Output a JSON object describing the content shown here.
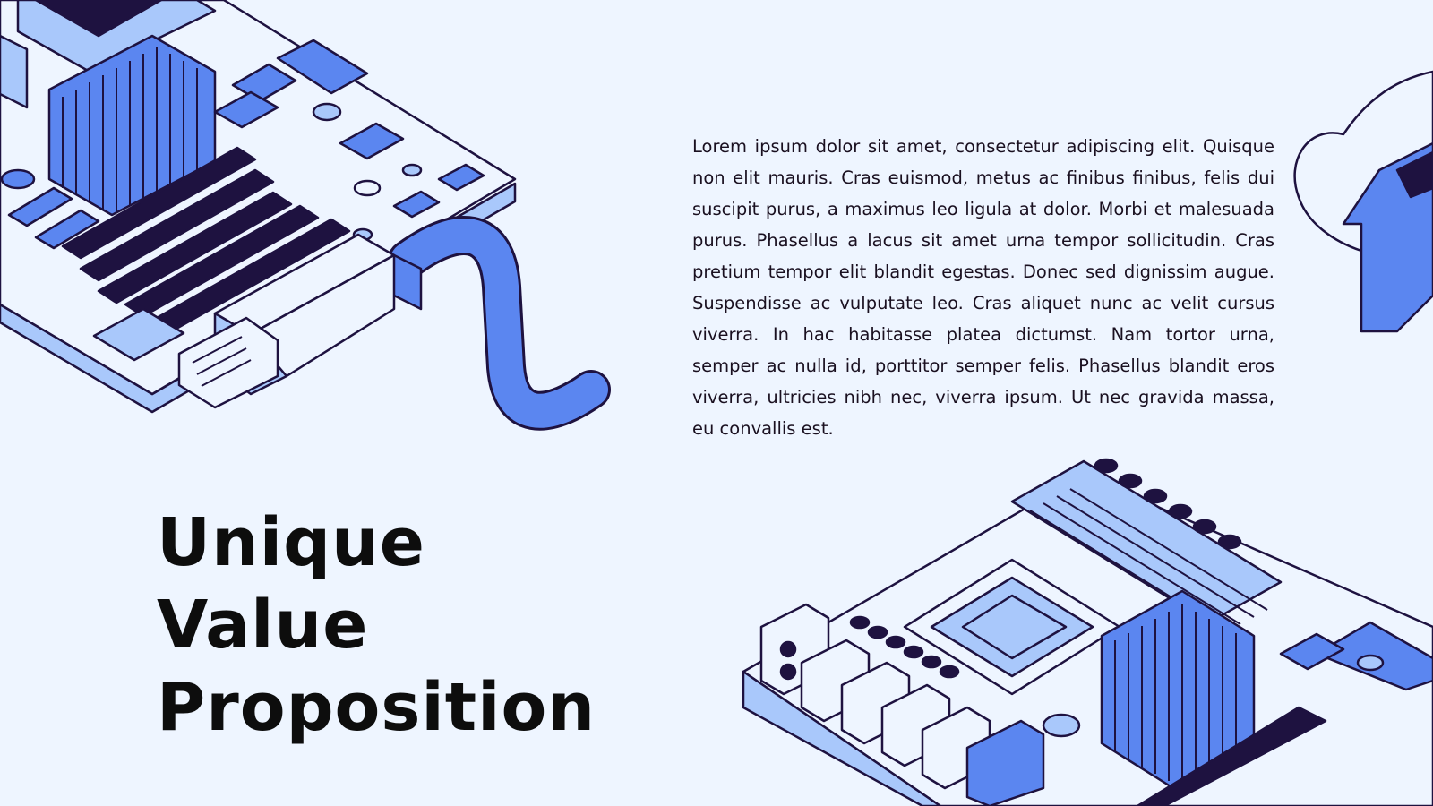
{
  "slide": {
    "title_line1": "Unique Value",
    "title_line2": "Proposition",
    "body": "Lorem ipsum dolor sit amet, consectetur adipiscing elit. Quisque non elit mauris. Cras euismod, metus ac finibus finibus, felis dui suscipit purus, a maximus leo ligula at dolor. Morbi et malesuada purus. Phasellus a lacus sit amet urna tempor sollicitudin. Cras pretium tempor elit blandit egestas. Donec sed dignissim augue. Suspendisse ac vulputate leo. Cras aliquet nunc ac velit cursus viverra. In hac habitasse platea dictumst. Nam tortor urna, semper ac nulla id, porttitor semper felis. Phasellus blandit eros viverra, ultricies nibh nec, viverra ipsum. Ut nec gravida massa, eu convallis est."
  },
  "illustrations": {
    "top_left": "motherboard-with-usb-cable",
    "bottom_right": "motherboard",
    "top_right": "cloud-upload-icon"
  },
  "colors": {
    "background": "#eef5ff",
    "blue": "#5b86f0",
    "light_blue": "#a9c8fb",
    "pale": "#eef5ff",
    "dark": "#1e1240",
    "text": "#1a1020"
  }
}
